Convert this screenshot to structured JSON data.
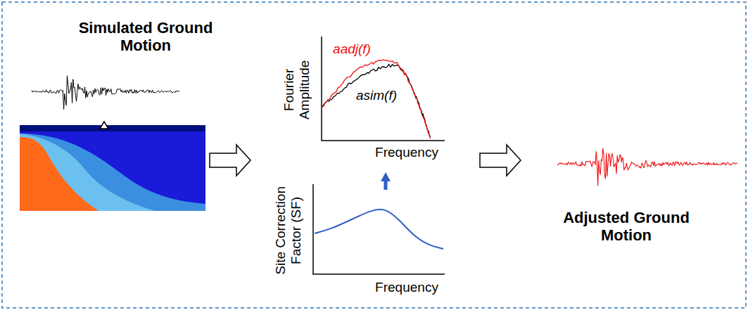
{
  "diagram": {
    "labels": [
      "Simulated Ground Motion",
      "aadj(f)",
      "Fourier Amplitude",
      "asim(f)",
      "Frequency",
      "Site Correction Factor (SF)",
      "Frequency",
      "Adjusted Ground Motion"
    ]
  }
}
